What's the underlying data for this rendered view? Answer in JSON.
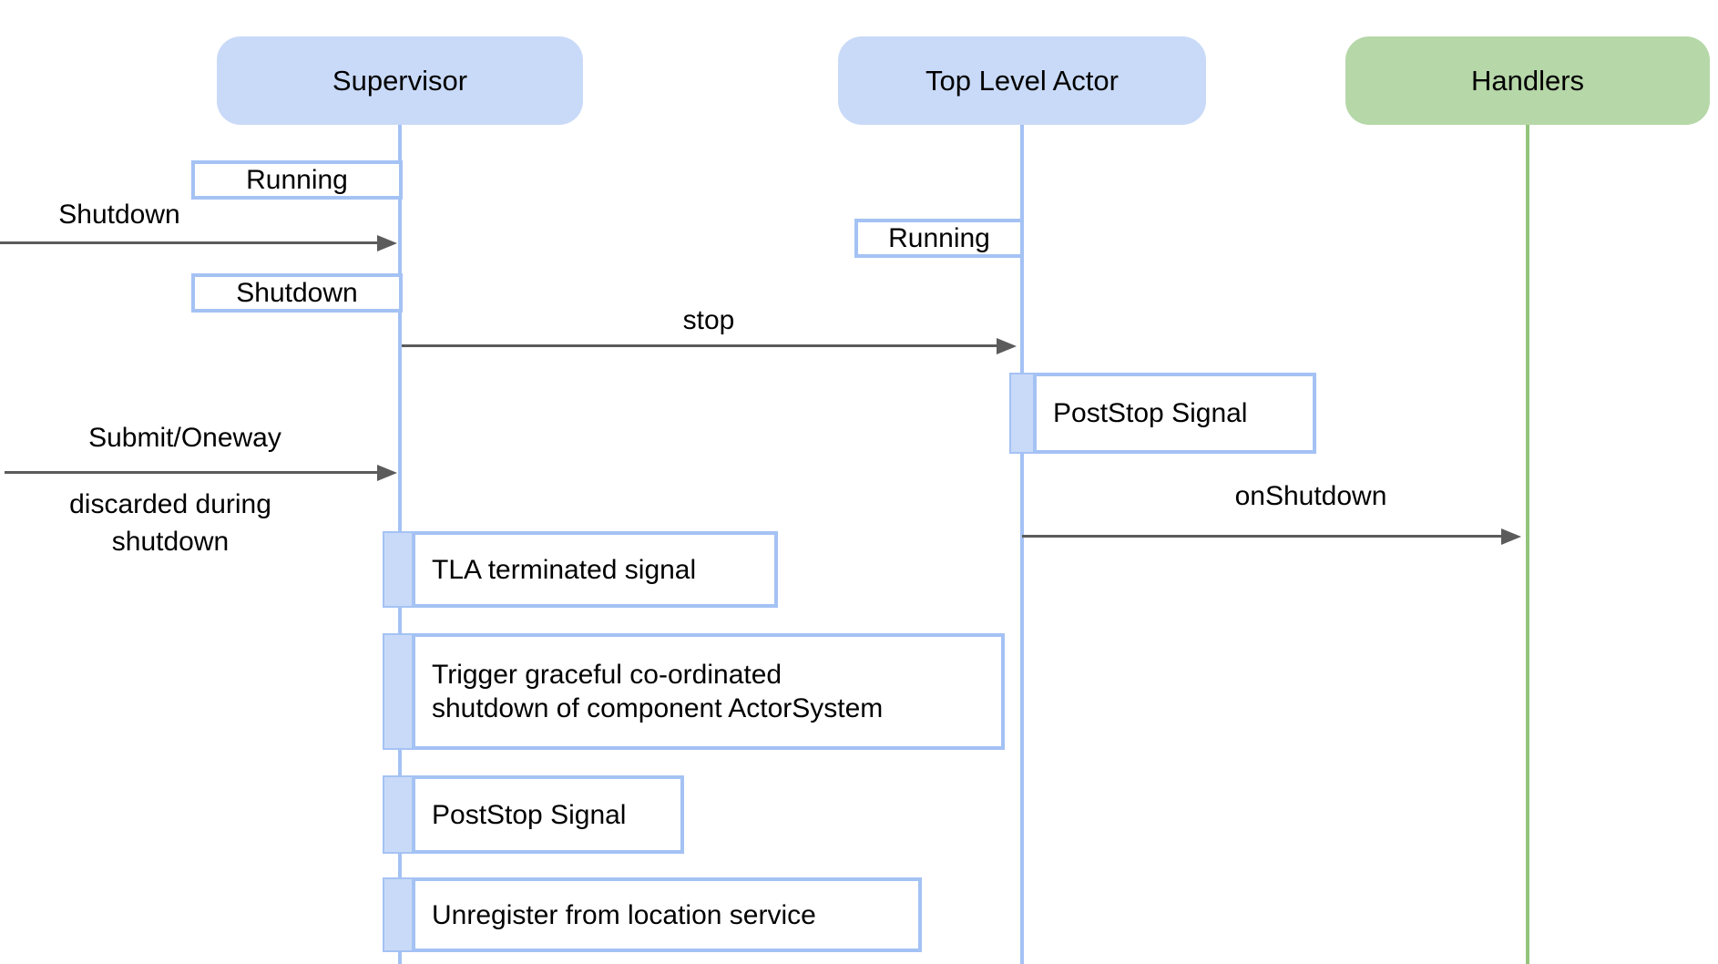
{
  "actors": [
    {
      "label": "Supervisor"
    },
    {
      "label": "Top Level Actor"
    },
    {
      "label": "Handlers"
    }
  ],
  "state_boxes": [
    {
      "actor": "Supervisor",
      "label": "Running"
    },
    {
      "actor": "Supervisor",
      "label": "Shutdown"
    },
    {
      "actor": "Top Level Actor",
      "label": "Running"
    }
  ],
  "activity_boxes": [
    {
      "actor": "Top Level Actor",
      "label": "PostStop Signal"
    },
    {
      "actor": "Supervisor",
      "label": "TLA terminated signal"
    },
    {
      "actor": "Supervisor",
      "label": "Trigger graceful co-ordinated\nshutdown of component ActorSystem"
    },
    {
      "actor": "Supervisor",
      "label": "PostStop Signal"
    },
    {
      "actor": "Supervisor",
      "label": "Unregister from location service"
    }
  ],
  "messages": [
    {
      "label": "Shutdown",
      "from": "offscreen-left",
      "to": "Supervisor"
    },
    {
      "label": "stop",
      "from": "Supervisor",
      "to": "Top Level Actor"
    },
    {
      "label": "Submit/Oneway",
      "note": "discarded during\nshutdown",
      "from": "offscreen-left",
      "to": "Supervisor"
    },
    {
      "label": "onShutdown",
      "from": "Top Level Actor",
      "to": "Handlers"
    }
  ],
  "colors": {
    "actor_blue_fill": "#c9daf8",
    "blue_stroke": "#a4c2f4",
    "actor_green_fill": "#b6d7a8",
    "green_stroke": "#93c47d",
    "arrow": "#5b5b5b",
    "text": "#000000"
  }
}
